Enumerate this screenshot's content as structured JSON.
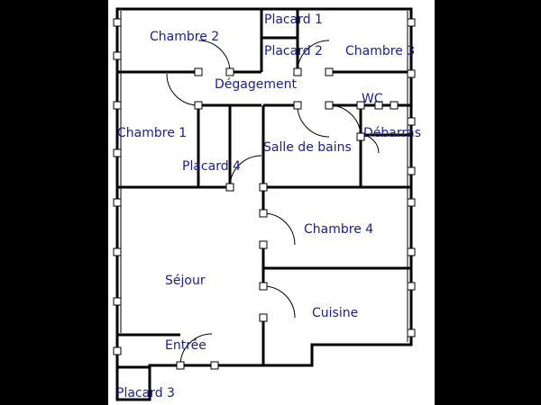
{
  "plan": {
    "wall_color": "#000000",
    "label_color": "#1c1c8c",
    "paper_color": "#ffffff",
    "handle_color": "#ffffff",
    "rooms": {
      "placard1": "Placard 1",
      "chambre2": "Chambre 2",
      "placard2": "Placard 2",
      "chambre3": "Chambre 3",
      "degagement": "Dégagement",
      "wc": "WC",
      "chambre1": "Chambre 1",
      "debarras": "Débarras",
      "salle_de_bains": "Salle de bains",
      "placard4": "Placard 4",
      "chambre4": "Chambre 4",
      "sejour": "Séjour",
      "cuisine": "Cuisine",
      "entree": "Entrée",
      "placard3": "Placard 3"
    }
  }
}
